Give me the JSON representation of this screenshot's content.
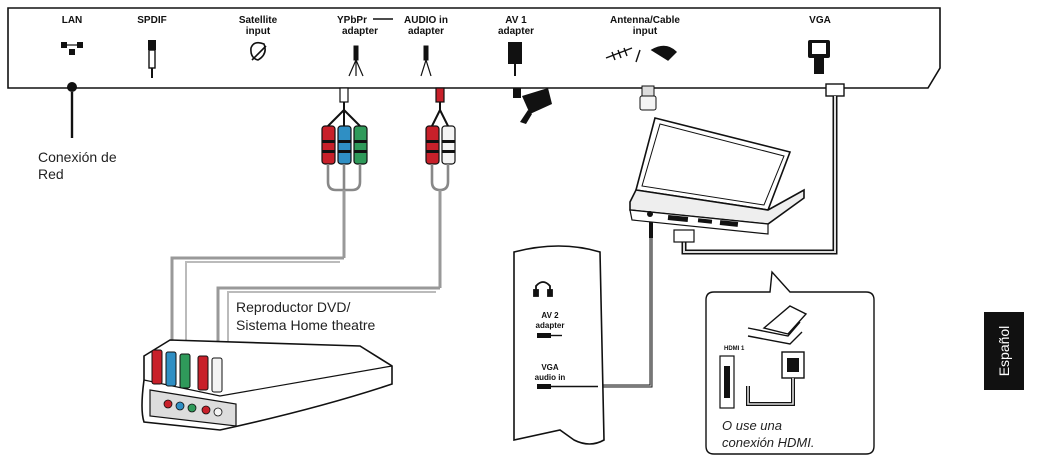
{
  "ports": {
    "lan": "LAN",
    "spdif": "SPDIF",
    "satellite_1": "Satellite",
    "satellite_2": "input",
    "ypbpr_1": "YPbPr",
    "ypbpr_2": "adapter",
    "audio_1": "AUDIO in",
    "audio_2": "adapter",
    "av1_1": "AV 1",
    "av1_2": "adapter",
    "antenna_1": "Antenna/Cable",
    "antenna_2": "input",
    "vga": "VGA"
  },
  "network": {
    "line1": "Conexión de",
    "line2": "Red"
  },
  "dvd": {
    "line1": "Reproductor DVD/",
    "line2": "Sistema Home theatre"
  },
  "side_panel": {
    "av2_1": "AV 2",
    "av2_2": "adapter",
    "vga_audio_1": "VGA",
    "vga_audio_2": "audio in"
  },
  "hdmi_note": {
    "port_label": "HDMI 1",
    "line1": "O use una",
    "line2": "conexión HDMI."
  },
  "language_tab": "Español",
  "colors": {
    "red": "#c8202a",
    "green": "#2f9a5a",
    "blue": "#2f8fc4",
    "white": "#f4f4f4",
    "line": "#111111",
    "tab_bg": "#111111"
  }
}
